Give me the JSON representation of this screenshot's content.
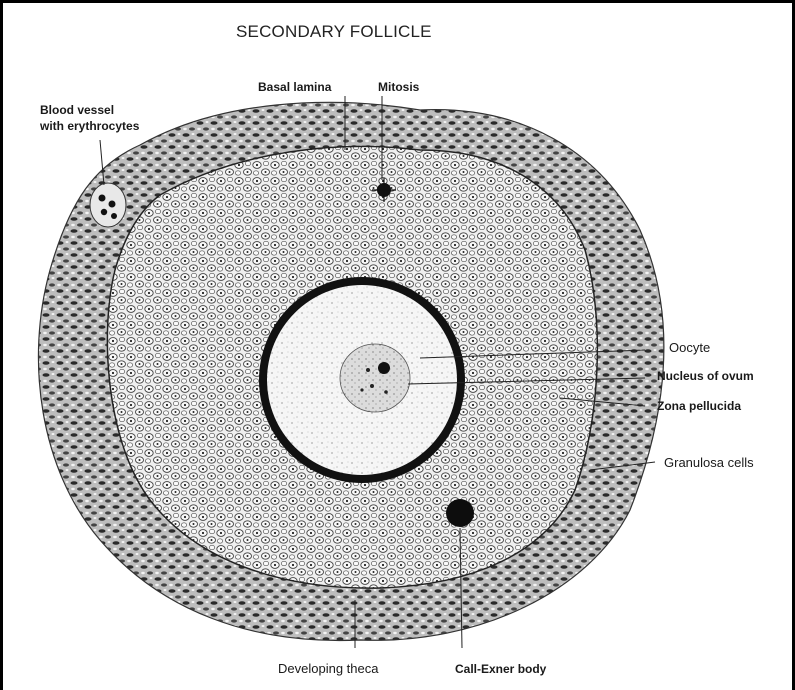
{
  "title": "SECONDARY FOLLICLE",
  "labels": {
    "basal_lamina": "Basal lamina",
    "mitosis": "Mitosis",
    "blood_vessel_line1": "Blood vessel",
    "blood_vessel_line2": "with erythrocytes",
    "oocyte": "Oocyte",
    "nucleus_of_ovum": "Nucleus of ovum",
    "zona_pellucida": "Zona pellucida",
    "granulosa_cells": "Granulosa cells",
    "developing_theca": "Developing theca",
    "call_exner_body": "Call-Exner body"
  },
  "colors": {
    "ink": "#1a1a1a",
    "theca_fill": "#c9c9c9",
    "granulosa_fill": "#efefef",
    "ooplasm_fill": "#f6f6f6",
    "nucleus_fill": "#dcdcdc"
  }
}
